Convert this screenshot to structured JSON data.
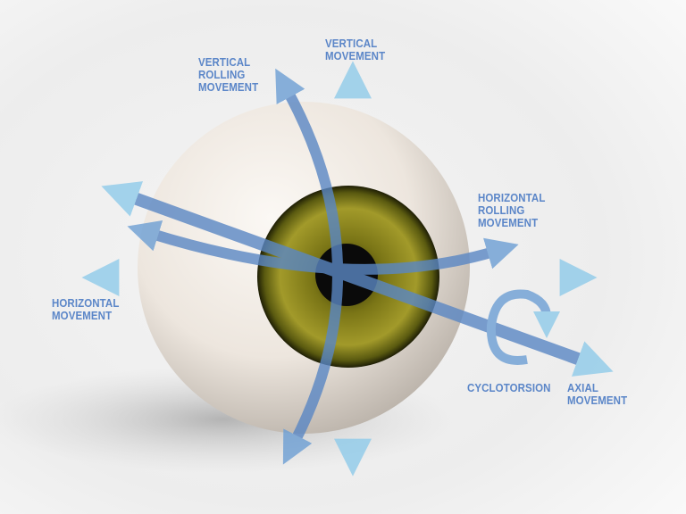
{
  "labels": {
    "vertical_movement": "VERTICAL\nMOVEMENT",
    "vertical_rolling_movement": "VERTICAL\nROLLING\nMOVEMENT",
    "horizontal_rolling_movement": "HORIZONTAL\nROLLING\nMOVEMENT",
    "horizontal_movement": "HORIZONTAL\nMOVEMENT",
    "cyclotorsion": "CYCLOTORSION",
    "axial_movement": "AXIAL\nMOVEMENT"
  },
  "colors": {
    "label": "#5b86c8",
    "arrow_dark": "#4f7fc0",
    "arrow_light": "#8fcbea",
    "iris": "#6b6a12",
    "sclera": "#f1ece6"
  }
}
